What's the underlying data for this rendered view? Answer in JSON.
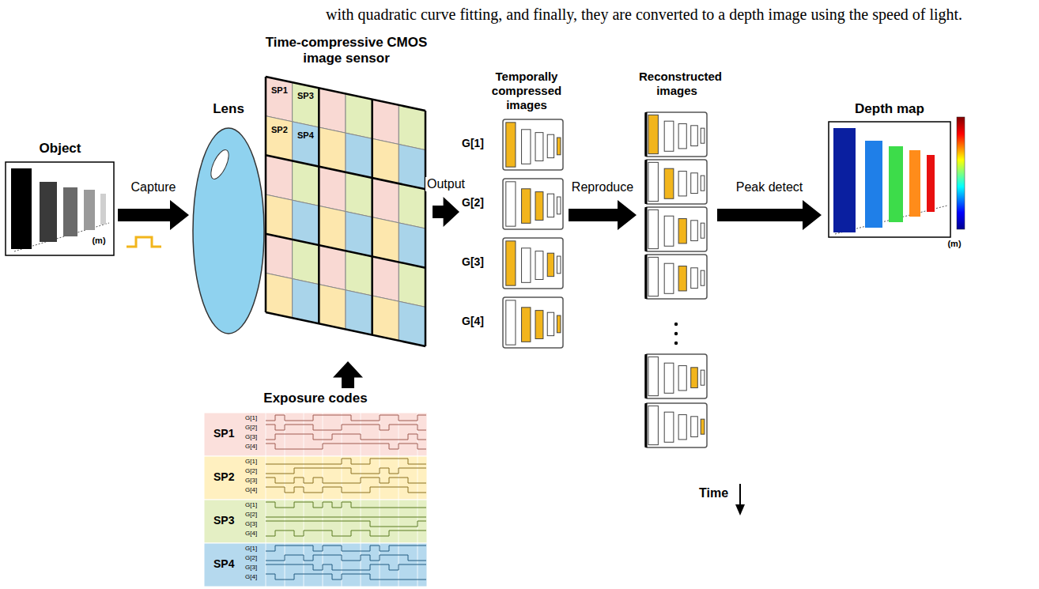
{
  "diagram": {
    "nodes": [
      {
        "text": [
          "Object",
          "(m)"
        ]
      },
      {
        "text": [
          "Lens"
        ]
      },
      {
        "text": [
          "Time-compressive CMOS image sensor"
        ]
      },
      {
        "text": [
          "Temporally compressed images"
        ]
      },
      {
        "text": [
          "G[1]"
        ],
        "in": 3
      },
      {
        "text": [
          "G[2]"
        ],
        "in": 3
      },
      {
        "text": [
          "G[3]"
        ],
        "in": 3
      },
      {
        "text": [
          "G[4]"
        ],
        "in": 3
      },
      {
        "text": [
          "Reconstructed images"
        ]
      },
      {
        "text": [
          "Depth map",
          "(m)"
        ]
      },
      {
        "text": [
          "Exposure codes"
        ]
      },
      {
        "text": [
          "SP1",
          "G[1]",
          "G[2]",
          "G[3]",
          "G[4]"
        ],
        "in": 10
      },
      {
        "text": [
          "SP2",
          "G[1]",
          "G[2]",
          "G[3]",
          "G[4]"
        ],
        "in": 10
      },
      {
        "text": [
          "SP3",
          "G[1]",
          "G[2]",
          "G[3]",
          "G[4]"
        ],
        "in": 10
      },
      {
        "text": [
          "SP4",
          "G[1]",
          "G[2]",
          "G[3]",
          "G[4]"
        ],
        "in": 10
      }
    ],
    "edges": [
      {
        "from": 0,
        "to": 1,
        "label": "Capture",
        "arrow": "to"
      },
      {
        "from": 2,
        "to": 3,
        "label": "Output",
        "arrow": "to"
      },
      {
        "from": 3,
        "to": 8,
        "label": "Reproduce",
        "arrow": "to"
      },
      {
        "from": 8,
        "to": 9,
        "label": "Peak detect",
        "arrow": "to"
      },
      {
        "from": 10,
        "to": 2,
        "arrow": "to"
      }
    ],
    "labels": [
      "with quadratic curve fitting, and finally, they are converted to a depth image using the speed of light.",
      "SP1",
      "SP3",
      "SP2",
      "SP4",
      "Time"
    ]
  }
}
